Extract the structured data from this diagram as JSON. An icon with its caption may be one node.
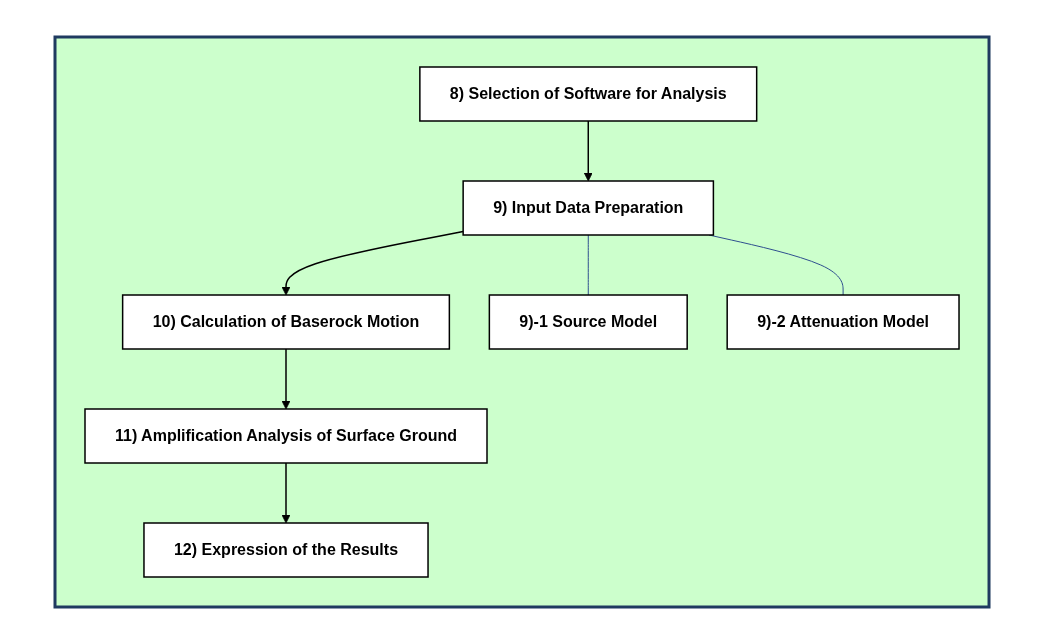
{
  "diagram": {
    "nodes": [
      {
        "text": [],
        "shape": "box"
      },
      {
        "text": [
          "8) Selection of Software for Analysis"
        ],
        "in": 0
      },
      {
        "text": [
          "9) Input Data Preparation"
        ],
        "in": 0
      },
      {
        "text": [
          "9)-1 Source Model"
        ],
        "in": 0
      },
      {
        "text": [
          "9)-2 Attenuation Model"
        ],
        "in": 0
      },
      {
        "text": [
          "10) Calculation of Baserock Motion"
        ],
        "in": 0
      },
      {
        "text": [
          "11) Amplification Analysis of Surface Ground"
        ],
        "in": 0
      },
      {
        "text": [
          "12) Expression of the Results"
        ],
        "in": 0
      }
    ],
    "edges": [
      {
        "from": 1,
        "to": 2,
        "arrow": "to"
      },
      {
        "from": 2,
        "to": 5,
        "arrow": "to"
      },
      {
        "from": 2,
        "to": 3,
        "arrow": "none",
        "color": "#2f4f8f"
      },
      {
        "from": 2,
        "to": 4,
        "arrow": "none",
        "color": "#2f4f8f"
      },
      {
        "from": 5,
        "to": 6,
        "arrow": "to"
      },
      {
        "from": 6,
        "to": 7,
        "arrow": "to"
      }
    ]
  }
}
